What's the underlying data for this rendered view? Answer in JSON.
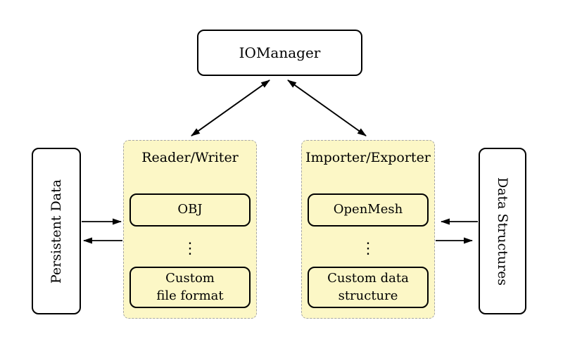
{
  "colors": {
    "canvas_bg": "#ffffff",
    "group_fill": "#fcf7c6",
    "group_border": "#a6a6a6",
    "node_border": "#000000",
    "arrow": "#000000"
  },
  "nodes": {
    "iomanager": {
      "label": "IOManager"
    },
    "persistent_data": {
      "label": "Persistent Data"
    },
    "data_structures": {
      "label": "Data Structures"
    }
  },
  "groups": {
    "reader_writer": {
      "title": "Reader/Writer",
      "top_item": "OBJ",
      "ellipsis": "⋮",
      "bottom_item_line1": "Custom",
      "bottom_item_line2": "file format"
    },
    "importer_exporter": {
      "title": "Importer/Exporter",
      "top_item": "OpenMesh",
      "ellipsis": "⋮",
      "bottom_item_line1": "Custom data",
      "bottom_item_line2": "structure"
    }
  }
}
